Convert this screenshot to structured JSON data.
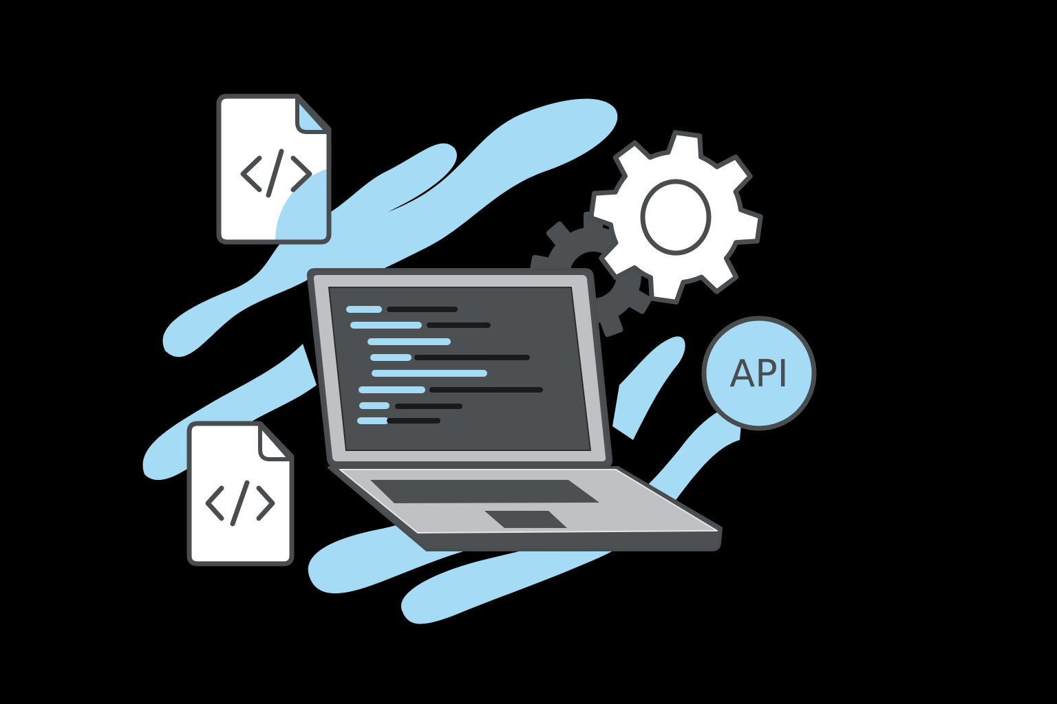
{
  "scene": {
    "description": "Developer illustration: laptop with code, code files, gears, API badge",
    "colors": {
      "background": "#000000",
      "wave": "#a6dbf5",
      "outline": "#4a4d50",
      "paper": "#ffffff",
      "laptop_frame": "#bfc1c4",
      "screen": "#4c5053",
      "code_highlight": "#a6dbf5",
      "code_dim": "#1a1a1a"
    }
  },
  "files": [
    {
      "label": "code-file-top",
      "glyph": "</>"
    },
    {
      "label": "code-file-bottom",
      "glyph": "</>"
    }
  ],
  "badge": {
    "text": "API"
  },
  "laptop": {
    "code_lines": [
      {
        "indent": 0,
        "blue": 48,
        "dim": 100
      },
      {
        "indent": 8,
        "blue": 100,
        "dim": 90
      },
      {
        "indent": 33,
        "blue": 116,
        "dim": 0
      },
      {
        "indent": 37,
        "blue": 53,
        "dim": 165
      },
      {
        "indent": 39,
        "blue": 164,
        "dim": 0
      },
      {
        "indent": 20,
        "blue": 92,
        "dim": 162
      },
      {
        "indent": 22,
        "blue": 38,
        "dim": 96
      },
      {
        "indent": 18,
        "blue": 55,
        "dim": 62
      }
    ]
  }
}
